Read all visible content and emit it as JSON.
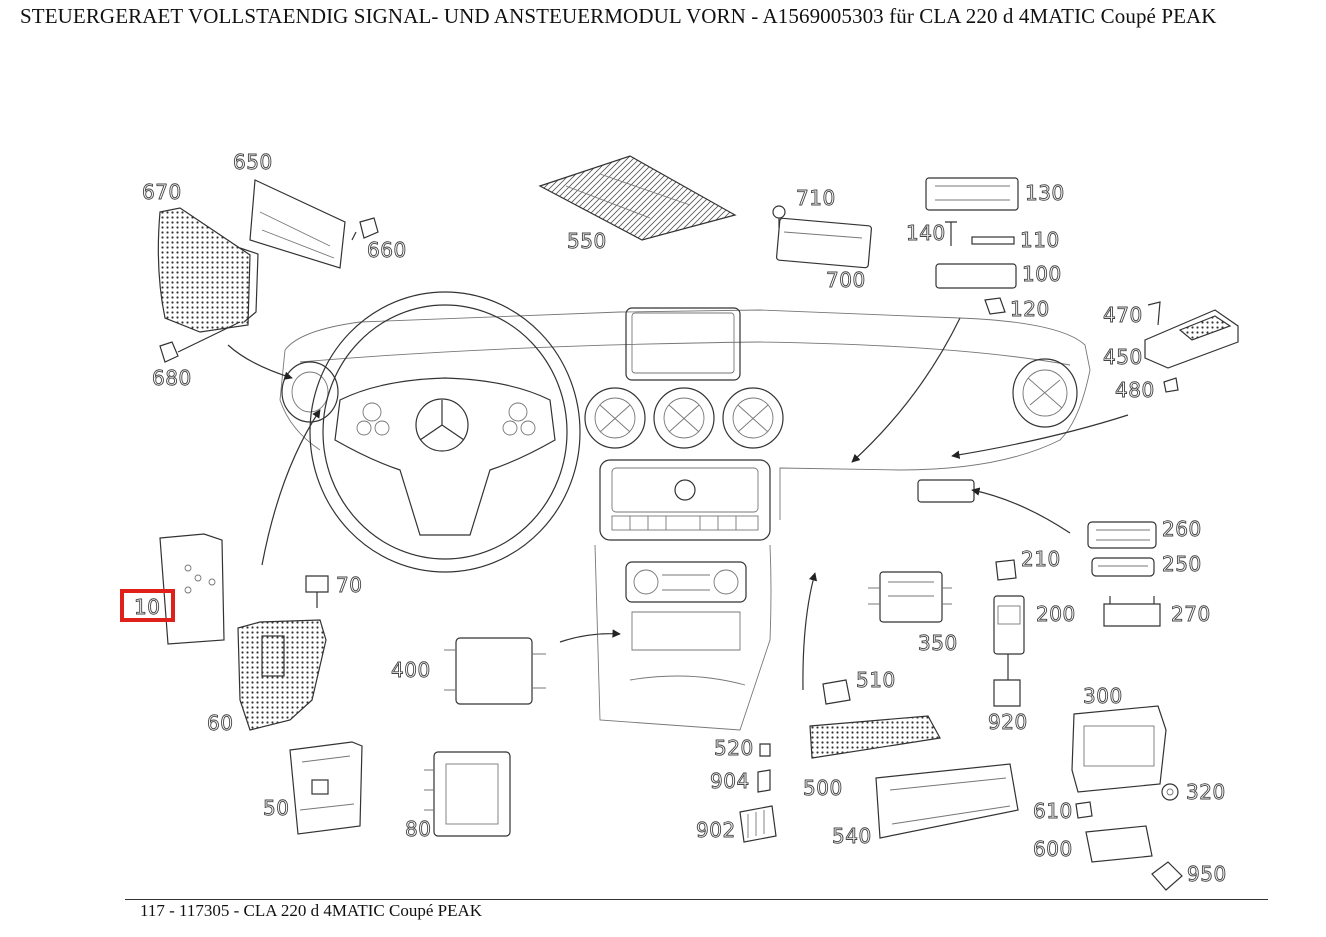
{
  "title": "STEUERGERAET VOLLSTAENDIG SIGNAL- UND ANSTEUERMODUL VORN - A1569005303 für CLA 220 d 4MATIC Coupé PEAK",
  "footer": "117 - 117305 - CLA 220 d 4MATIC Coupé PEAK",
  "highlight_color": "#e0201b",
  "highlighted_part": "10",
  "parts": {
    "p10": "10",
    "p50": "50",
    "p60": "60",
    "p70": "70",
    "p80": "80",
    "p100": "100",
    "p110": "110",
    "p120": "120",
    "p130": "130",
    "p140": "140",
    "p200": "200",
    "p210": "210",
    "p250": "250",
    "p260": "260",
    "p270": "270",
    "p300": "300",
    "p320": "320",
    "p350": "350",
    "p400": "400",
    "p450": "450",
    "p470": "470",
    "p480": "480",
    "p500": "500",
    "p510": "510",
    "p520": "520",
    "p540": "540",
    "p550": "550",
    "p600": "600",
    "p610": "610",
    "p650": "650",
    "p660": "660",
    "p670": "670",
    "p680": "680",
    "p700": "700",
    "p710": "710",
    "p902": "902",
    "p904": "904",
    "p920": "920",
    "p950": "950"
  }
}
